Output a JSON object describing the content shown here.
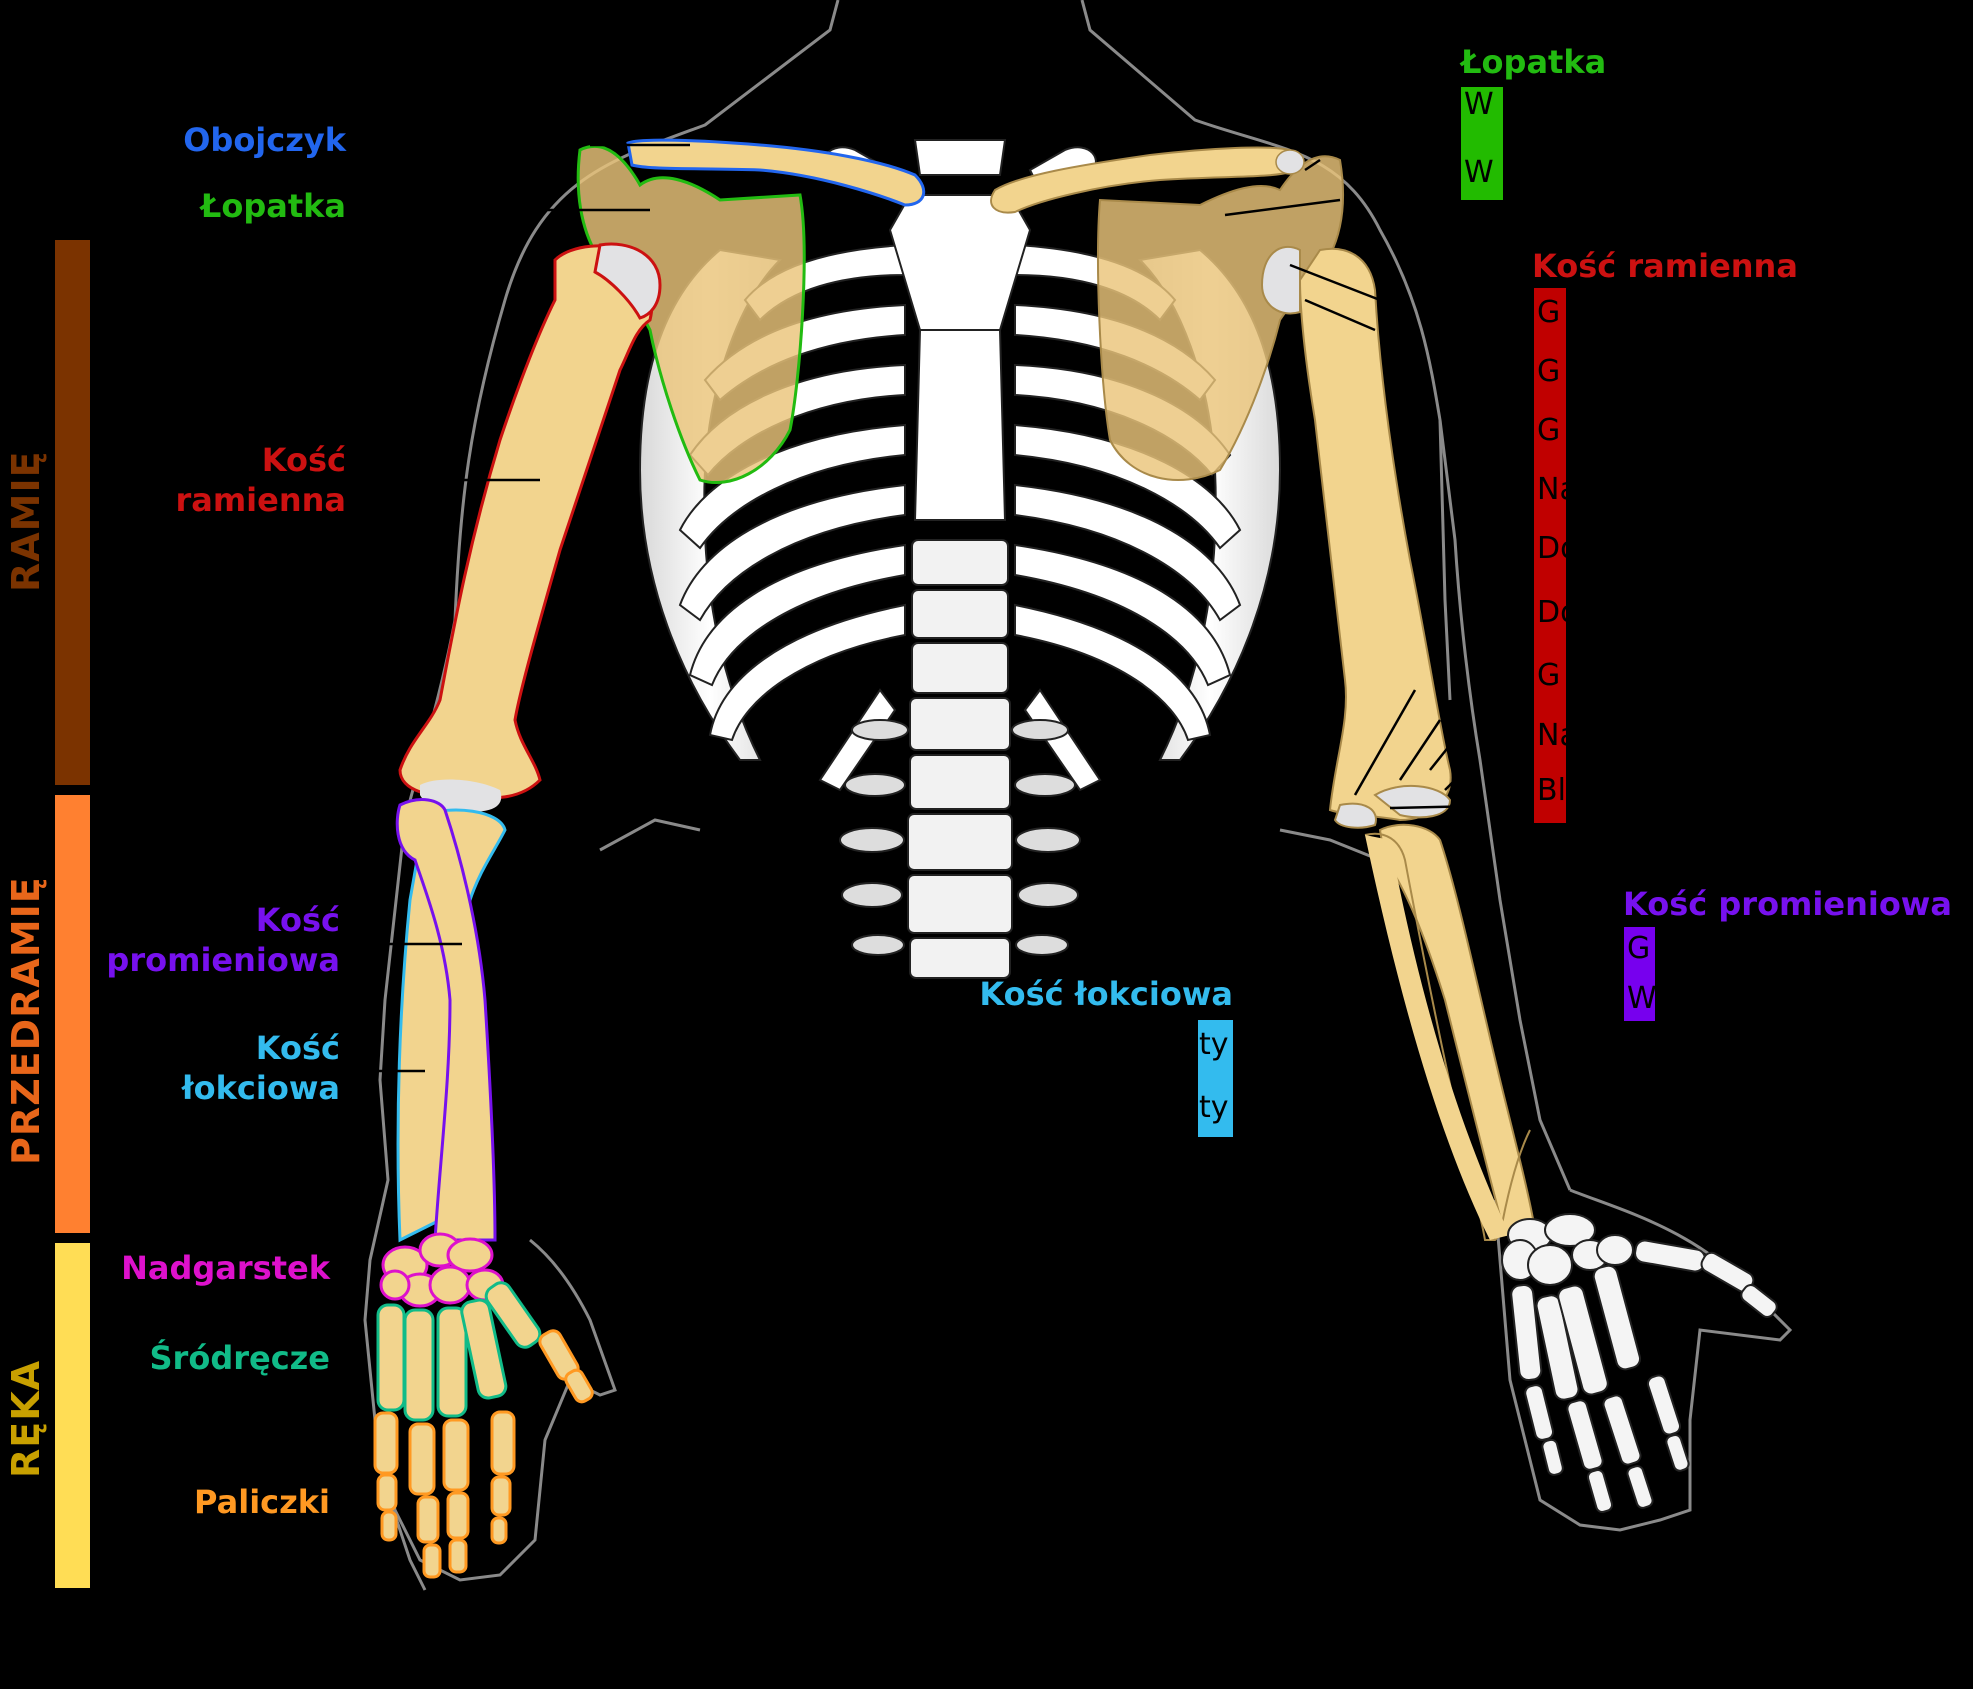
{
  "diagram": {
    "type": "anatomical-diagram",
    "subject": "upper limb skeleton, anterior view",
    "language": "pl",
    "background": "#000000",
    "bone_color": "#F2D48E",
    "bone_shadow": "#D9BD72",
    "axial_bone_color": "#FFFFFF",
    "cartilage_color": "#E2E2E4",
    "body_outline_color": "#8A8A8A"
  },
  "regions": [
    {
      "label": "RAMIĘ",
      "color": "#7B3300",
      "text_color": "#7B3300"
    },
    {
      "label": "PRZEDRAMIĘ",
      "color": "#FF8030",
      "text_color": "#E8661A"
    },
    {
      "label": "RĘKA",
      "color": "#FFDD55",
      "text_color": "#C8A000"
    }
  ],
  "left_labels": {
    "clavicle": {
      "text": "Obojczyk",
      "color": "#2266EE"
    },
    "scapula": {
      "text": "Łopatka",
      "color": "#22BB11"
    },
    "humerus": {
      "line1": "Kość",
      "line2": "ramienna",
      "color": "#CC1111"
    },
    "radius": {
      "line1": "Kość",
      "line2": "promieniowa",
      "color": "#7711EE"
    },
    "ulna": {
      "line1": "Kość",
      "line2": "łokciowa",
      "color": "#33BBEE"
    },
    "carpus": {
      "text": "Nadgarstek",
      "color": "#DD11CC"
    },
    "metacarpus": {
      "text": "Śródręcze",
      "color": "#11BB88"
    },
    "phalanges": {
      "text": "Paliczki",
      "color": "#FF9922"
    }
  },
  "right_labels": {
    "scapula": {
      "title": "Łopatka",
      "color": "#22BB11",
      "box_color": "#22BB00",
      "items": [
        "W",
        "",
        "W"
      ]
    },
    "humerus": {
      "title": "Kość ramienna",
      "color": "#CC1111",
      "box_color": "#C00000",
      "items": [
        "G",
        "G",
        "G",
        "Na",
        "Do",
        "Do",
        "G",
        "Na",
        "Bl"
      ]
    },
    "radius": {
      "title": "Kość promieniowa",
      "color": "#7711EE",
      "box_color": "#7700EE",
      "items": [
        "G",
        "W"
      ]
    },
    "ulna": {
      "title": "Kość łokciowa",
      "color": "#33BBEE",
      "box_color": "#33BBEE",
      "items": [
        "ty",
        "ty"
      ]
    }
  }
}
